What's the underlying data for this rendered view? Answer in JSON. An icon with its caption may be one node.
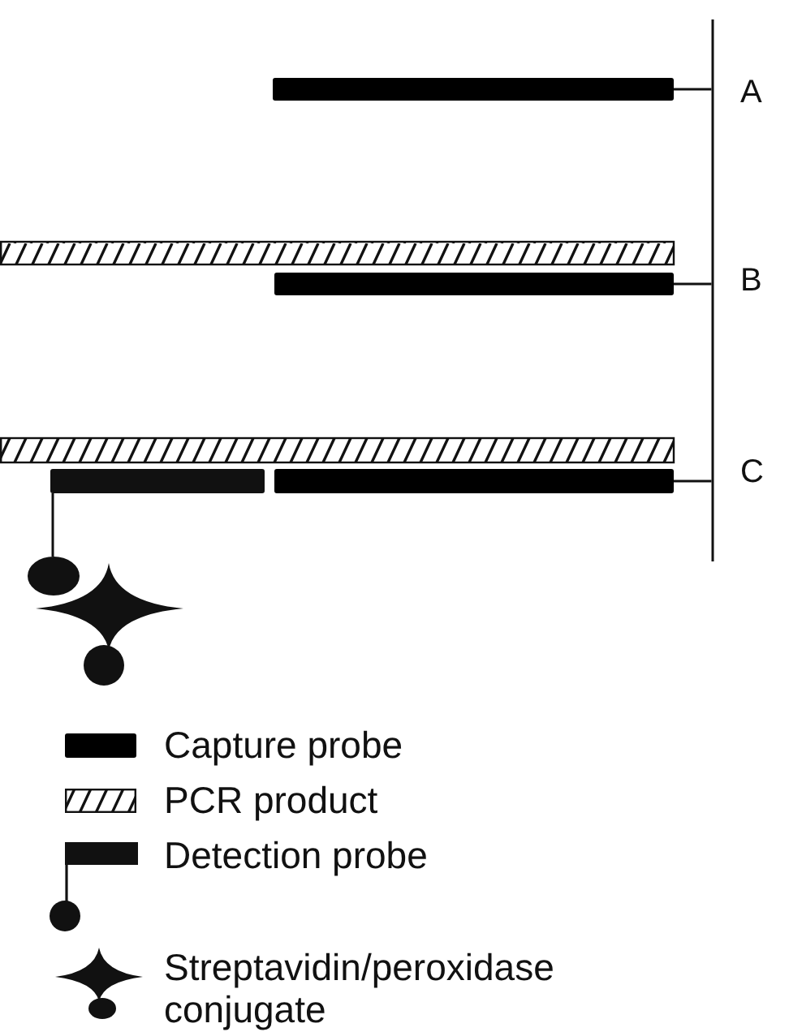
{
  "diagram": {
    "nodes": [
      {
        "text": [],
        "shape": "line"
      },
      {
        "text": [],
        "shape": "bar"
      },
      {
        "text": [],
        "shape": "bar"
      },
      {
        "text": [],
        "shape": "bar"
      },
      {
        "text": [],
        "shape": "bar"
      },
      {
        "text": [],
        "shape": "bar"
      },
      {
        "text": [],
        "shape": "bar"
      },
      {
        "text": [],
        "shape": "circle"
      }
    ],
    "edges": [
      {
        "from": 1,
        "to": 0,
        "arrow": "none"
      },
      {
        "from": 3,
        "to": 0,
        "arrow": "none"
      },
      {
        "from": 6,
        "to": 0,
        "arrow": "none"
      },
      {
        "from": 5,
        "to": 7,
        "arrow": "none"
      }
    ],
    "labels": [
      "A",
      "B",
      "C"
    ],
    "legend": [
      {
        "text": "Capture probe",
        "color": "#000000"
      },
      {
        "text": "PCR product"
      },
      {
        "text": "Detection probe"
      },
      {
        "text": "Streptavidin/peroxidase conjugate"
      }
    ]
  }
}
